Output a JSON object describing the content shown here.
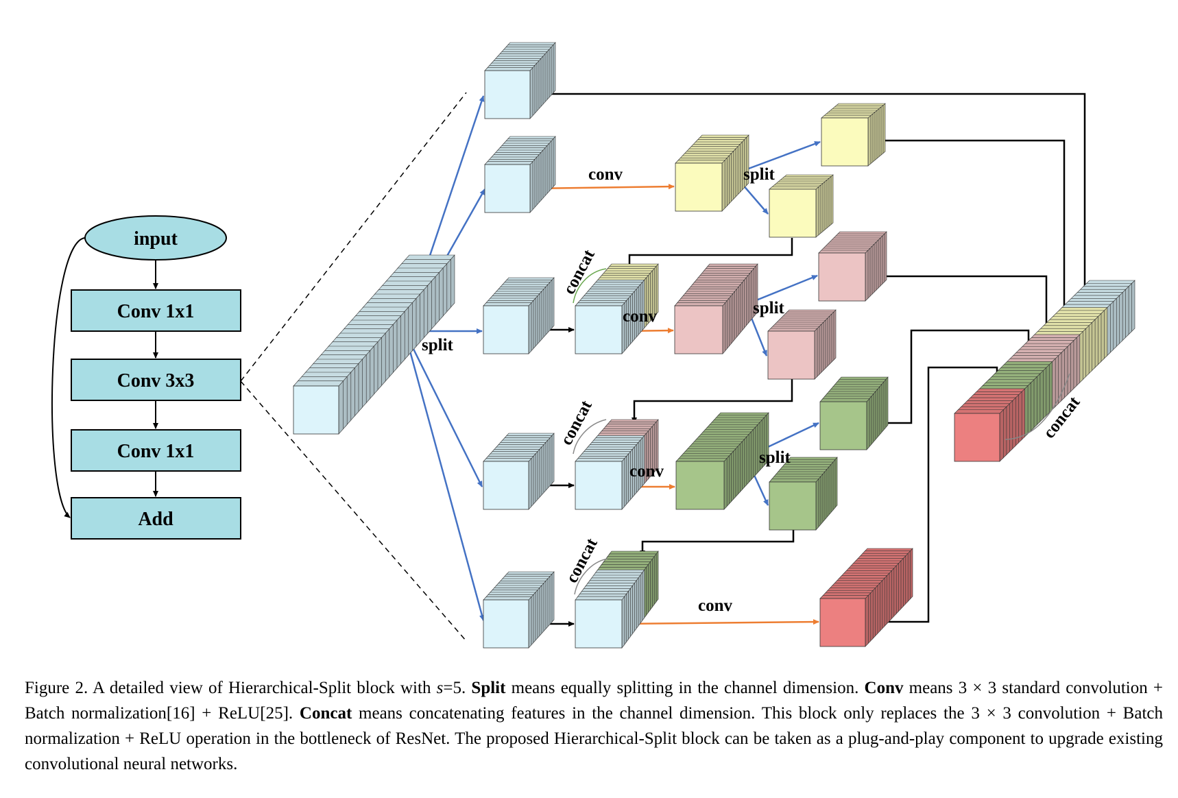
{
  "flowchart": {
    "input": "input",
    "conv1": "Conv 1x1",
    "conv3": "Conv 3x3",
    "conv1b": "Conv 1x1",
    "add": "Add"
  },
  "labels": {
    "split_main": "split",
    "conv_row2": "conv",
    "split_row2": "split",
    "concat_row3": "concat",
    "conv_row3": "conv",
    "split_row3": "split",
    "concat_row4": "concat",
    "conv_row4": "conv",
    "split_row4": "split",
    "concat_row5": "concat",
    "conv_row5": "conv",
    "concat_final": "concat"
  },
  "caption": {
    "lead": "Figure 2. A detailed view of Hierarchical-Split block with ",
    "s_var": "s",
    "s_val": "=5. ",
    "split_term": "Split",
    "split_def": " means equally splitting in the channel dimension. ",
    "conv_term": "Conv",
    "conv_def": " means 3 × 3 standard convolution + Batch normalization[16] + ReLU[25]. ",
    "concat_term": "Concat",
    "concat_def": " means concatenating features in the channel dimension. This block only replaces the 3 × 3 convolution + Batch normalization + ReLU operation in the bottleneck of ResNet. The proposed Hierarchical-Split block can be taken as a plug-and-play component to upgrade existing convolutional neural networks."
  },
  "colors": {
    "flow_box": "#a8dde4",
    "cube_blue": "#ddf4fb",
    "cube_yellow": "#fbfbbd",
    "cube_pink": "#ecc4c4",
    "cube_green": "#a6c58a",
    "cube_red": "#ec8080",
    "arrow_blue": "#4472c4",
    "arrow_orange": "#ed7d31"
  }
}
